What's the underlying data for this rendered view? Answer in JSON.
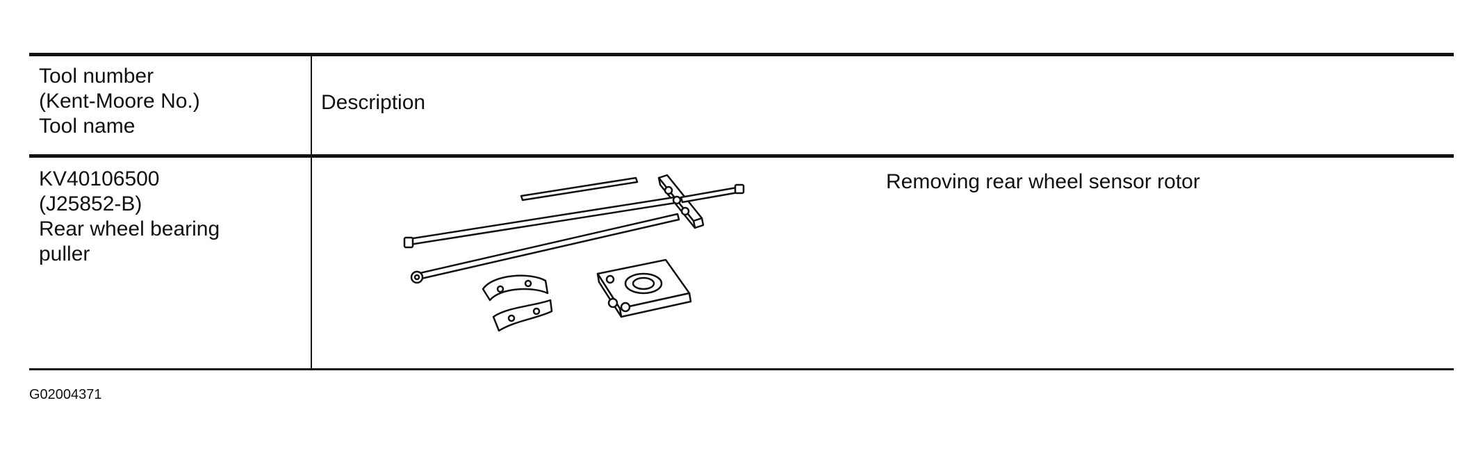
{
  "table": {
    "header": {
      "col1_lines": [
        "Tool number",
        "(Kent-Moore No.)",
        "Tool name"
      ],
      "col2": "Description"
    },
    "rows": [
      {
        "tool_lines": [
          "KV40106500",
          "(J25852-B)",
          "Rear wheel bearing",
          "puller"
        ],
        "illustration_icon": "rear-wheel-bearing-puller-drawing",
        "description": "Removing rear wheel sensor rotor"
      }
    ]
  },
  "footer": {
    "figure_id": "G02004371"
  },
  "colors": {
    "ink": "#111111",
    "paper": "#ffffff"
  }
}
